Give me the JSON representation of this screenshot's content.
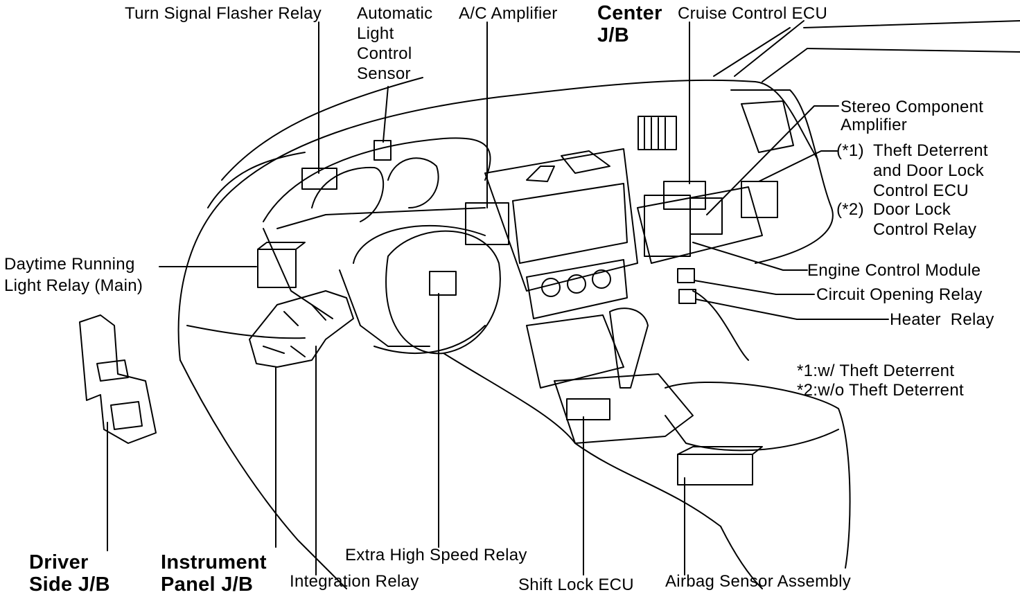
{
  "labels": {
    "turn_signal_flasher_relay": "Turn Signal Flasher Relay",
    "automatic_light_control_sensor": "Automatic\nLight\nControl\nSensor",
    "ac_amplifier": "A/C Amplifier",
    "center_jb": "Center\nJ/B",
    "cruise_control_ecu": "Cruise Control ECU",
    "stereo_component_amplifier": "Stereo Component\nAmplifier",
    "theft_deterrent_prefix": "(*1)",
    "theft_deterrent_ecu": "Theft Deterrent\nand Door Lock\nControl ECU",
    "door_lock_prefix": "(*2)",
    "door_lock_relay": "Door  Lock\nControl  Relay",
    "engine_control_module": "Engine Control Module",
    "circuit_opening_relay": "Circuit Opening Relay",
    "heater_relay": "Heater  Relay",
    "note_1": "*1:w/ Theft Deterrent",
    "note_2": "*2:w/o Theft Deterrent",
    "daytime_running_light_relay": "Daytime Running\nLight Relay (Main)",
    "driver_side_jb": "Driver\nSide J/B",
    "instrument_panel_jb": "Instrument\nPanel    J/B",
    "integration_relay": "Integration Relay",
    "extra_high_speed_relay": "Extra High Speed Relay",
    "shift_lock_ecu": "Shift Lock ECU",
    "airbag_sensor_assembly": "Airbag Sensor Assembly"
  }
}
